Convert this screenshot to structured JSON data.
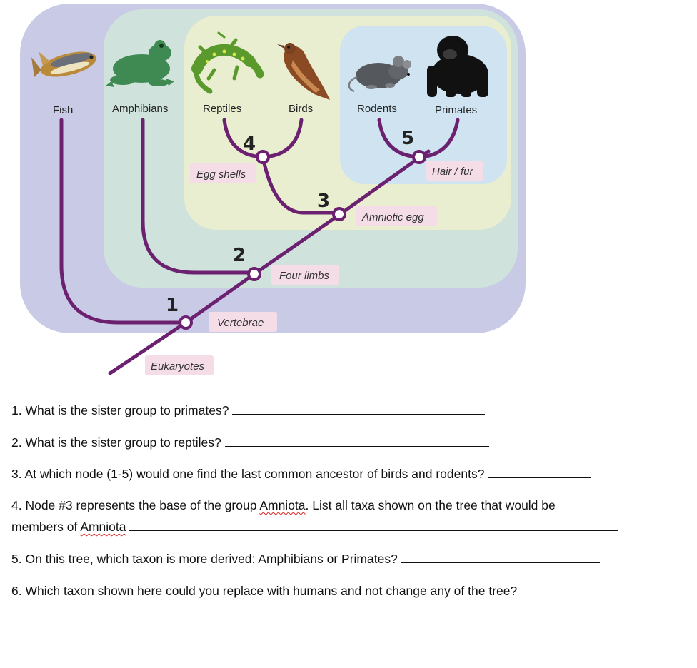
{
  "taxa": [
    "Fish",
    "Amphibians",
    "Reptiles",
    "Birds",
    "Rodents",
    "Primates"
  ],
  "nodes": [
    {
      "number": "1",
      "trait": "Vertebrae"
    },
    {
      "number": "2",
      "trait": "Four limbs"
    },
    {
      "number": "3",
      "trait": "Amniotic egg"
    },
    {
      "number": "4",
      "trait": "Egg shells"
    },
    {
      "number": "5",
      "trait": "Hair / fur"
    }
  ],
  "root_label": "Eukaryotes",
  "colors": {
    "branch": "#6b2170",
    "group_vertebrates": "#c9cbe6",
    "group_tetrapods": "#cfe3dc",
    "group_amniotes": "#eaeed0",
    "group_mammals": "#cfe4f0",
    "trait_box": "#f5dde8"
  },
  "icons": [
    "fish-icon",
    "frog-icon",
    "lizard-icon",
    "bird-icon",
    "mouse-icon",
    "gorilla-icon"
  ],
  "questions": {
    "q1": "1. What is the sister group to primates?",
    "q2": "2. What is the sister group to reptiles?",
    "q3": "3. At which node (1-5) would one find the last common ancestor of birds and rodents?",
    "q4_part1": "4. Node #3 represents the base of the group ",
    "q4_word1": "Amniota",
    "q4_part2": ". List all taxa shown on the tree that would be",
    "q4_line2": "members of ",
    "q4_word2": "Amniota",
    "q5": "5. On this tree, which taxon is more derived: Amphibians or Primates?",
    "q6": "6. Which taxon shown here could you replace with humans and not change any of the tree?"
  }
}
